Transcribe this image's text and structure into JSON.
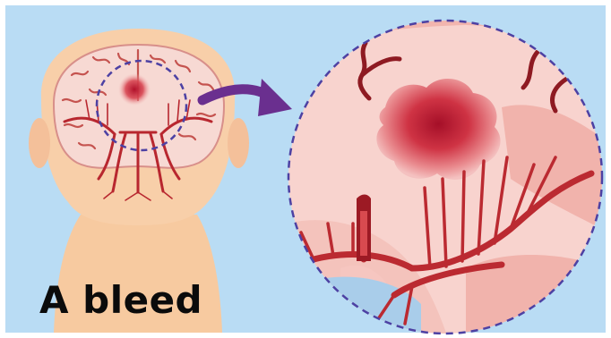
{
  "caption": "A bleed",
  "colors": {
    "background": "#b9dcf4",
    "skin": "#f8cfa9",
    "brain": "#f7d9d3",
    "artery": "#c22f3a",
    "bleed": "#c8102e",
    "zoom_ring": "#5b4ea3",
    "arrow": "#6a2f8f"
  },
  "icons": [
    "head-with-brain-illustration",
    "zoom-arrow-icon",
    "magnified-bleed-circle"
  ]
}
